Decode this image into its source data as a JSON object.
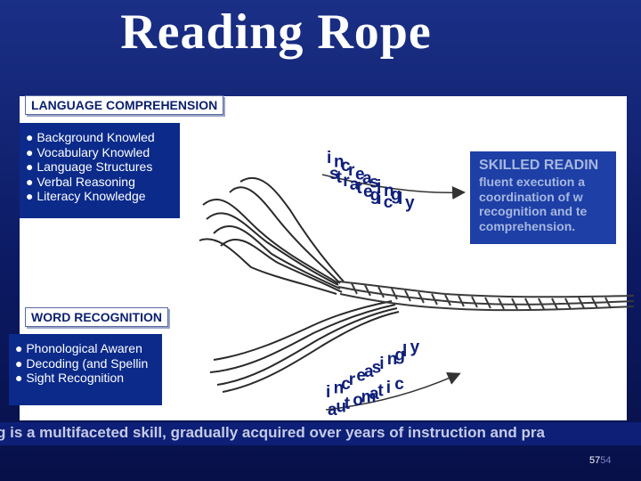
{
  "slide": {
    "title": "Reading Rope",
    "language": {
      "label": "LANGUAGE COMPREHENSION",
      "items": [
        "● Background Knowled",
        "● Vocabulary Knowled",
        "● Language Structures",
        "● Verbal Reasoning",
        "● Literacy Knowledge"
      ]
    },
    "word": {
      "label": "WORD RECOGNITION",
      "items": [
        "● Phonological Awaren",
        "● Decoding (and Spellin",
        "● Sight Recognition"
      ]
    },
    "strategic_upper": {
      "line1": [
        "i",
        "n",
        "c",
        "r",
        "e",
        "a",
        "s",
        "i",
        "n",
        "g",
        "l",
        "y"
      ],
      "line2": [
        "s",
        "t",
        "r",
        "a",
        "t",
        "e",
        "g",
        "i",
        "c"
      ]
    },
    "automatic_lower": {
      "line1": [
        "i",
        "n",
        "c",
        "r",
        "e",
        "a",
        "s",
        "i",
        "n",
        "g",
        "l",
        "y"
      ],
      "line2": [
        "a",
        "u",
        "t",
        "o",
        "m",
        "a",
        "t",
        "i",
        "c"
      ]
    },
    "skilled": {
      "heading": "SKILLED READIN",
      "lines": [
        "fluent execution a",
        "coordination of w",
        "recognition and te",
        "comprehension."
      ]
    },
    "caption": "g is a multifaceted skill, gradually acquired over years of instruction and pra",
    "page_number": "57",
    "page_overlay": "54",
    "colors": {
      "background": "#0d1a5c",
      "box": "#0b2a8a",
      "skilled_box": "#1d3fa6",
      "label_text": "#0b1f6e",
      "word_art_text": "#10207a"
    }
  }
}
